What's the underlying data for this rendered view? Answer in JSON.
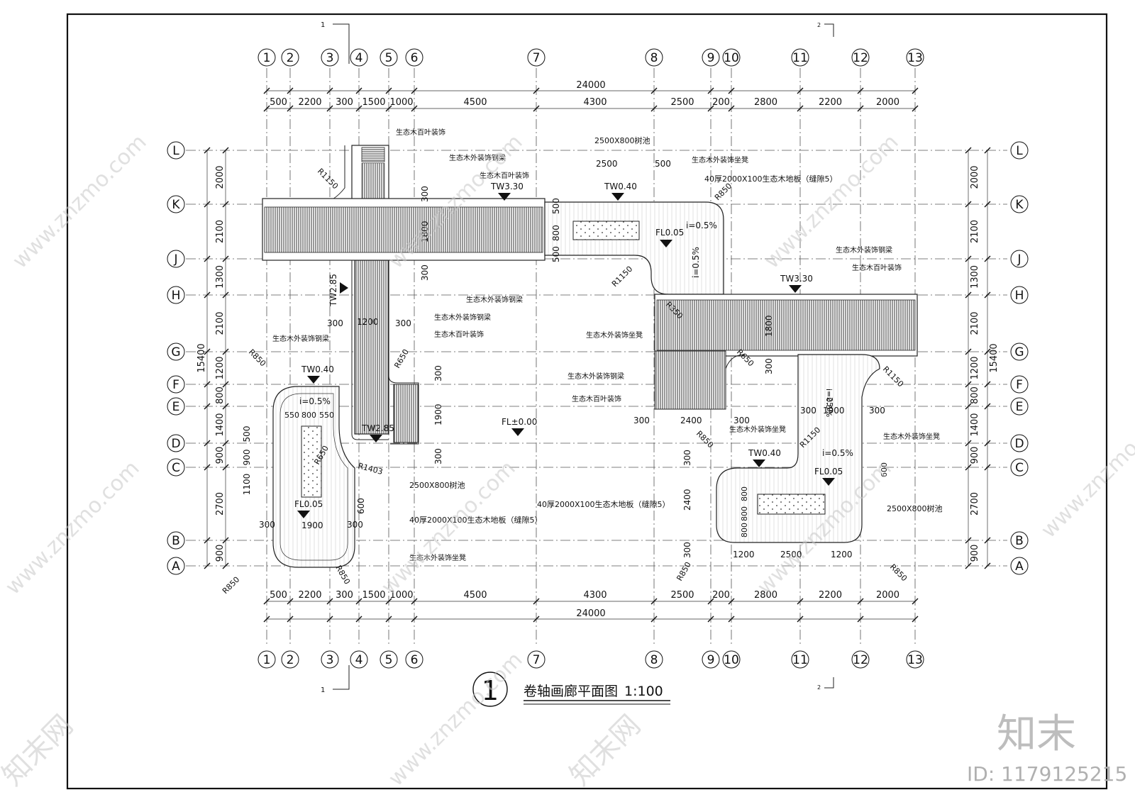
{
  "drawing": {
    "title_number": "1",
    "title": "卷轴画廊平面图",
    "scale": "1:100",
    "section_marks": {
      "left": "1",
      "right": "2"
    }
  },
  "grid": {
    "columns": [
      "1",
      "2",
      "3",
      "4",
      "5",
      "6",
      "7",
      "8",
      "9",
      "10",
      "11",
      "12",
      "13"
    ],
    "rows": [
      "L",
      "K",
      "J",
      "H",
      "G",
      "F",
      "E",
      "D",
      "C",
      "B",
      "A"
    ],
    "col_dims": [
      "500",
      "2200",
      "300",
      "1500",
      "1000",
      "4500",
      "4300",
      "2500",
      "200",
      "2800",
      "2200",
      "2000"
    ],
    "total_width": "24000",
    "row_dims": [
      "2000",
      "2100",
      "1300",
      "2100",
      "1200",
      "800",
      "1400",
      "900",
      "2700",
      "900"
    ],
    "total_height": "15400",
    "left_extra_dims": [
      "500",
      "900",
      "1100"
    ]
  },
  "labels": {
    "louver": "生态木百叶装饰",
    "steel_beam": "生态木外装饰钢梁",
    "bench": "生态木外装饰坐凳",
    "pool": "2500X800树池",
    "floor": "40厚2000X100生态木地板（缝隙5）",
    "tw330": "TW3.30",
    "tw040": "TW0.40",
    "tw285": "TW2.85",
    "fl005": "FL0.05",
    "fl000": "FL±0.00",
    "slope": "i=0.5%",
    "r1150": "R1150",
    "r850": "R850",
    "r650": "R650",
    "r350": "R350",
    "r1403": "R1403",
    "dim_2500": "2500",
    "dim_500": "500",
    "dim_300": "300",
    "dim_1800": "1800",
    "dim_1200": "1200",
    "dim_1900": "1900",
    "dim_2400": "2400",
    "dim_800": "800",
    "dim_550": "550",
    "dim_600": "600",
    "dim_250": "250"
  },
  "watermark": {
    "site": "www.znzmo.com",
    "brand": "知末网",
    "logo": "知末",
    "id": "ID: 1179125215"
  }
}
